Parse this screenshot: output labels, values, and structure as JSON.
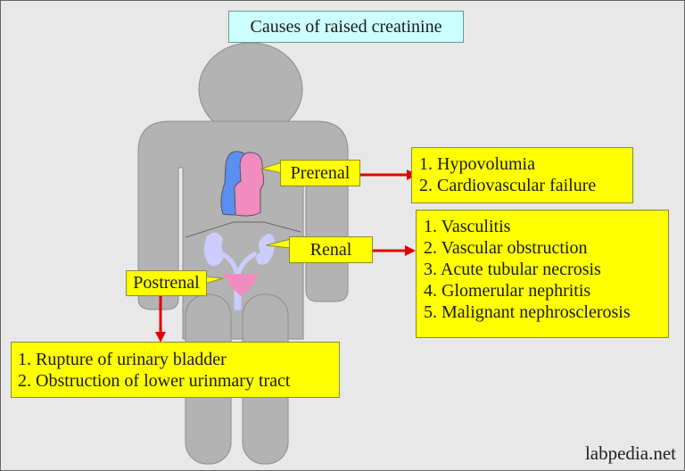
{
  "title": "Causes of raised creatinine",
  "labels": {
    "prerenal": "Prerenal",
    "renal": "Renal",
    "postrenal": "Postrenal"
  },
  "prerenal_causes": [
    "1. Hypovolumia",
    "2. Cardiovascular failure"
  ],
  "renal_causes": [
    "1. Vasculitis",
    "2. Vascular obstruction",
    "3. Acute tubular necrosis",
    "4. Glomerular nephritis",
    "5. Malignant nephrosclerosis"
  ],
  "postrenal_causes": [
    "1. Rupture of urinary bladder",
    "2. Obstruction of lower urinmary tract"
  ],
  "watermark": "labpedia.net",
  "colors": {
    "box": "#ffff00",
    "title_box": "#ccffff",
    "arrow": "#e00000",
    "body": "#b3b3b3",
    "heart_left": "#5b8ff0",
    "heart_right": "#f08cc0",
    "kidney": "#ccccff",
    "bladder": "#f08cc0"
  }
}
